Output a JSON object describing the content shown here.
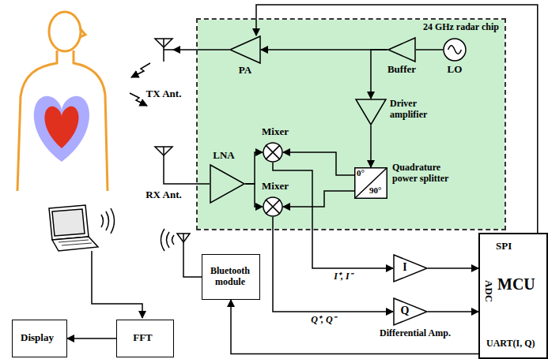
{
  "diagram": {
    "nodes": [
      {
        "text": [
          "24 GHz radar chip"
        ]
      },
      {
        "text": [
          "PA"
        ],
        "in": 0
      },
      {
        "text": [
          "Buffer"
        ],
        "in": 0
      },
      {
        "text": [
          "LO"
        ],
        "in": 0
      },
      {
        "text": [
          "Driver amplifier"
        ],
        "in": 0
      },
      {
        "text": [
          "Mixer"
        ],
        "in": 0
      },
      {
        "text": [
          "Mixer"
        ],
        "in": 0
      },
      {
        "text": [
          "LNA"
        ],
        "in": 0
      },
      {
        "text": [
          "0°",
          "90°",
          "Quadrature power splitter"
        ],
        "in": 0
      },
      {
        "text": [
          "TX Ant."
        ]
      },
      {
        "text": [
          "RX Ant."
        ]
      },
      {
        "text": [
          "I"
        ]
      },
      {
        "text": [
          "Q"
        ]
      },
      {
        "text": [
          "SPI",
          "ADC",
          "MCU",
          "UART(I, Q)"
        ]
      },
      {
        "text": [
          "Bluetooth module"
        ]
      },
      {
        "text": [
          "FFT"
        ]
      },
      {
        "text": [
          "Display"
        ]
      }
    ],
    "edges": [
      {
        "from": 3,
        "to": 2,
        "arrow": "none"
      },
      {
        "from": 2,
        "to": 1,
        "arrow": "to"
      },
      {
        "from": 2,
        "to": 4,
        "arrow": "to"
      },
      {
        "from": 1,
        "to": 9,
        "arrow": "to"
      },
      {
        "from": 4,
        "to": 8,
        "arrow": "to"
      },
      {
        "from": 8,
        "to": 5,
        "arrow": "to"
      },
      {
        "from": 8,
        "to": 6,
        "arrow": "to"
      },
      {
        "from": 10,
        "to": 7,
        "arrow": "none"
      },
      {
        "from": 7,
        "to": 5,
        "arrow": "to"
      },
      {
        "from": 7,
        "to": 6,
        "arrow": "to"
      },
      {
        "from": 5,
        "to": 11,
        "label": "I⁺, I⁻",
        "arrow": "to"
      },
      {
        "from": 6,
        "to": 12,
        "label": "Q⁺, Q⁻",
        "arrow": "to"
      },
      {
        "from": 11,
        "to": 13,
        "arrow": "to"
      },
      {
        "from": 12,
        "to": 13,
        "arrow": "to"
      },
      {
        "from": 13,
        "to": 1,
        "arrow": "to"
      },
      {
        "from": 13,
        "to": 14,
        "arrow": "to"
      },
      {
        "from": 15,
        "to": 16,
        "arrow": "to"
      }
    ],
    "labels": [
      "Differential Amp."
    ]
  }
}
